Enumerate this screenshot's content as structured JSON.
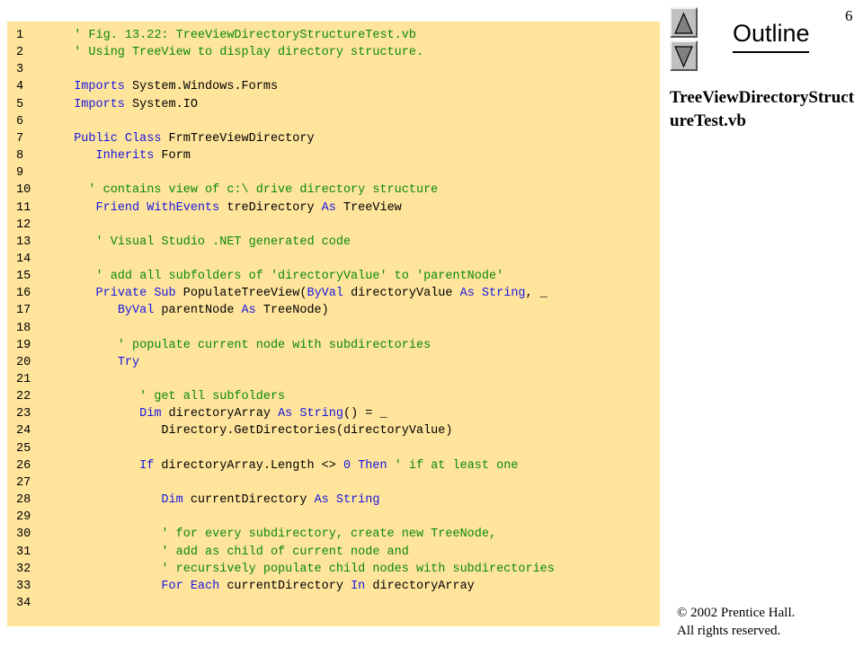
{
  "slide": {
    "page_number": "6",
    "outline_label": "Outline",
    "filename": "TreeViewDirectoryStructureTest.vb",
    "copyright_line1": "© 2002 Prentice Hall.",
    "copyright_line2": "All rights reserved.",
    "nav": {
      "up_icon": "triangle-up-icon",
      "down_icon": "triangle-down-icon"
    }
  },
  "colors": {
    "panel": "#ffe49c",
    "comment": "#0a8a0a",
    "keyword": "#1818e0",
    "text": "#000000"
  },
  "code_lines": [
    {
      "num": "1",
      "tokens": [
        {
          "t": "  ' Fig. 13.22: TreeViewDirectoryStructureTest.vb",
          "k": "c"
        }
      ]
    },
    {
      "num": "2",
      "tokens": [
        {
          "t": "  ' Using TreeView to display directory structure.",
          "k": "c"
        }
      ]
    },
    {
      "num": "3",
      "tokens": []
    },
    {
      "num": "4",
      "tokens": [
        {
          "t": "  ",
          "k": "t"
        },
        {
          "t": "Imports",
          "k": "k"
        },
        {
          "t": " System.Windows.Forms",
          "k": "t"
        }
      ]
    },
    {
      "num": "5",
      "tokens": [
        {
          "t": "  ",
          "k": "t"
        },
        {
          "t": "Imports",
          "k": "k"
        },
        {
          "t": " System.IO",
          "k": "t"
        }
      ]
    },
    {
      "num": "6",
      "tokens": []
    },
    {
      "num": "7",
      "tokens": [
        {
          "t": "  ",
          "k": "t"
        },
        {
          "t": "Public Class",
          "k": "k"
        },
        {
          "t": " FrmTreeViewDirectory",
          "k": "t"
        }
      ]
    },
    {
      "num": "8",
      "tokens": [
        {
          "t": "     ",
          "k": "t"
        },
        {
          "t": "Inherits",
          "k": "k"
        },
        {
          "t": " Form",
          "k": "t"
        }
      ]
    },
    {
      "num": "9",
      "tokens": []
    },
    {
      "num": "10",
      "tokens": [
        {
          "t": "    ' contains view of c:\\ drive directory structure",
          "k": "c"
        }
      ]
    },
    {
      "num": "11",
      "tokens": [
        {
          "t": "     ",
          "k": "t"
        },
        {
          "t": "Friend WithEvents",
          "k": "k"
        },
        {
          "t": " treDirectory ",
          "k": "t"
        },
        {
          "t": "As",
          "k": "k"
        },
        {
          "t": " TreeView",
          "k": "t"
        }
      ]
    },
    {
      "num": "12",
      "tokens": []
    },
    {
      "num": "13",
      "tokens": [
        {
          "t": "     ' Visual Studio .NET generated code",
          "k": "c"
        }
      ]
    },
    {
      "num": "14",
      "tokens": []
    },
    {
      "num": "15",
      "tokens": [
        {
          "t": "     ' add all subfolders of 'directoryValue' to 'parentNode'",
          "k": "c"
        }
      ]
    },
    {
      "num": "16",
      "tokens": [
        {
          "t": "     ",
          "k": "t"
        },
        {
          "t": "Private Sub",
          "k": "k"
        },
        {
          "t": " PopulateTreeView(",
          "k": "t"
        },
        {
          "t": "ByVal",
          "k": "k"
        },
        {
          "t": " directoryValue ",
          "k": "t"
        },
        {
          "t": "As String",
          "k": "k"
        },
        {
          "t": ", _",
          "k": "t"
        }
      ]
    },
    {
      "num": "17",
      "tokens": [
        {
          "t": "        ",
          "k": "t"
        },
        {
          "t": "ByVal",
          "k": "k"
        },
        {
          "t": " parentNode ",
          "k": "t"
        },
        {
          "t": "As",
          "k": "k"
        },
        {
          "t": " TreeNode)",
          "k": "t"
        }
      ]
    },
    {
      "num": "18",
      "tokens": []
    },
    {
      "num": "19",
      "tokens": [
        {
          "t": "        ' populate current node with subdirectories",
          "k": "c"
        }
      ]
    },
    {
      "num": "20",
      "tokens": [
        {
          "t": "        ",
          "k": "t"
        },
        {
          "t": "Try",
          "k": "k"
        }
      ]
    },
    {
      "num": "21",
      "tokens": []
    },
    {
      "num": "22",
      "tokens": [
        {
          "t": "           ' get all subfolders",
          "k": "c"
        }
      ]
    },
    {
      "num": "23",
      "tokens": [
        {
          "t": "           ",
          "k": "t"
        },
        {
          "t": "Dim",
          "k": "k"
        },
        {
          "t": " directoryArray ",
          "k": "t"
        },
        {
          "t": "As String",
          "k": "k"
        },
        {
          "t": "() = _",
          "k": "t"
        }
      ]
    },
    {
      "num": "24",
      "tokens": [
        {
          "t": "              Directory.GetDirectories(directoryValue)",
          "k": "t"
        }
      ]
    },
    {
      "num": "25",
      "tokens": []
    },
    {
      "num": "26",
      "tokens": [
        {
          "t": "           ",
          "k": "t"
        },
        {
          "t": "If",
          "k": "k"
        },
        {
          "t": " directoryArray.Length <> ",
          "k": "t"
        },
        {
          "t": "0",
          "k": "k"
        },
        {
          "t": " ",
          "k": "t"
        },
        {
          "t": "Then",
          "k": "k"
        },
        {
          "t": " ' if at least one",
          "k": "c"
        }
      ]
    },
    {
      "num": "27",
      "tokens": []
    },
    {
      "num": "28",
      "tokens": [
        {
          "t": "              ",
          "k": "t"
        },
        {
          "t": "Dim",
          "k": "k"
        },
        {
          "t": " currentDirectory ",
          "k": "t"
        },
        {
          "t": "As String",
          "k": "k"
        }
      ]
    },
    {
      "num": "29",
      "tokens": []
    },
    {
      "num": "30",
      "tokens": [
        {
          "t": "              ' for every subdirectory, create new TreeNode,",
          "k": "c"
        }
      ]
    },
    {
      "num": "31",
      "tokens": [
        {
          "t": "              ' add as child of current node and",
          "k": "c"
        }
      ]
    },
    {
      "num": "32",
      "tokens": [
        {
          "t": "              ' recursively populate child nodes with subdirectories",
          "k": "c"
        }
      ]
    },
    {
      "num": "33",
      "tokens": [
        {
          "t": "              ",
          "k": "t"
        },
        {
          "t": "For Each",
          "k": "k"
        },
        {
          "t": " currentDirectory ",
          "k": "t"
        },
        {
          "t": "In",
          "k": "k"
        },
        {
          "t": " directoryArray",
          "k": "t"
        }
      ]
    },
    {
      "num": "34",
      "tokens": []
    }
  ]
}
